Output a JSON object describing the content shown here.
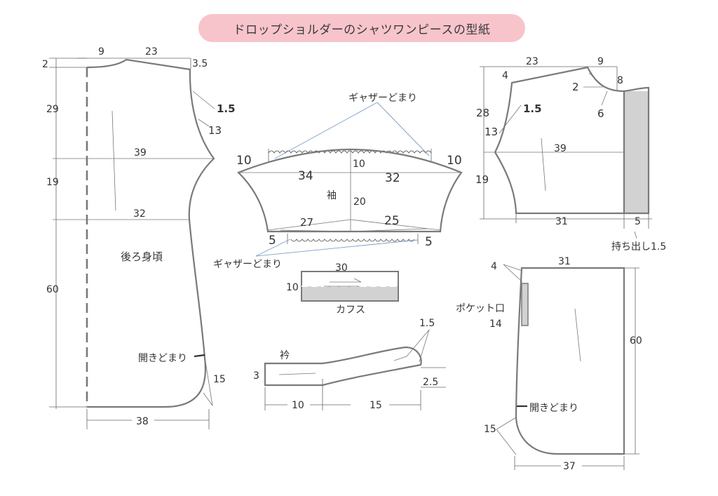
{
  "title": "ドロップショルダーのシャツワンピースの型紙",
  "back_bodice": {
    "label": "後ろ身頃",
    "shoulder_width": "23",
    "neck_width": "9",
    "neck_drop": "2",
    "shoulder_drop": "3.5",
    "armhole_depth": "29",
    "waist_height": "19",
    "skirt_length": "60",
    "armhole_offset": "1.5",
    "armhole_curve": "13",
    "chest_width": "39",
    "waist_width": "32",
    "slit_label": "開きどまり",
    "hem_curve": "15",
    "hem_width": "38"
  },
  "sleeve": {
    "label": "袖",
    "gather_label": "ギャザーどまり",
    "cap_offset_left": "10",
    "cap_offset_right": "10",
    "cap_height": "10",
    "top_left": "34",
    "top_right": "32",
    "length": "20",
    "bottom_left": "27",
    "bottom_right": "25",
    "bottom_offset_left": "5",
    "bottom_offset_right": "5"
  },
  "cuff": {
    "label": "カフス",
    "width": "30",
    "height": "10"
  },
  "collar": {
    "label": "衿",
    "height": "3",
    "tip_curve": "1.5",
    "tip_rise": "2.5",
    "straight_length": "10",
    "curve_length": "15"
  },
  "front_bodice": {
    "shoulder_width": "23",
    "neck_width": "9",
    "shoulder_drop": "4",
    "neck_drop_small": "2",
    "neck_depth": "8",
    "neck_curve": "6",
    "armhole_depth": "28",
    "armhole_offset": "1.5",
    "armhole_curve": "13",
    "chest_width": "39",
    "waist_height": "19",
    "waist_width": "31",
    "placket_width": "5",
    "placket_label": "持ち出し1.5"
  },
  "front_skirt": {
    "top_width": "31",
    "pocket_offset": "4",
    "pocket_label": "ポケット口",
    "pocket_length": "14",
    "length": "60",
    "slit_label": "開きどまり",
    "hem_curve": "15",
    "hem_width": "37"
  }
}
